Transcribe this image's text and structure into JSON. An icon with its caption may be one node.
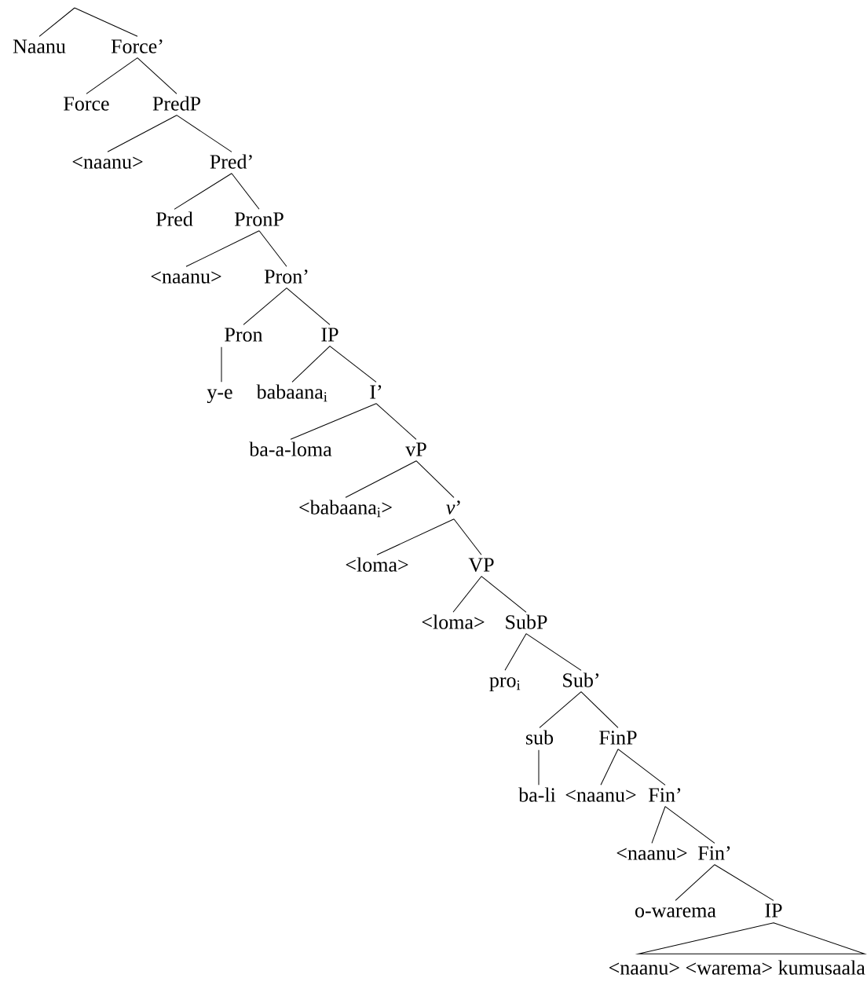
{
  "diagram": {
    "nodes": [
      {
        "text": [
          "Naanu"
        ]
      },
      {
        "text": [
          "Force’"
        ]
      },
      {
        "text": [
          "Force"
        ]
      },
      {
        "text": [
          "PredP"
        ]
      },
      {
        "text": [
          "<naanu>"
        ]
      },
      {
        "text": [
          "Pred’"
        ]
      },
      {
        "text": [
          "Pred"
        ]
      },
      {
        "text": [
          "PronP"
        ]
      },
      {
        "text": [
          "<naanu>"
        ]
      },
      {
        "text": [
          "Pron’"
        ]
      },
      {
        "text": [
          "Pron"
        ]
      },
      {
        "text": [
          "IP"
        ]
      },
      {
        "text": [
          "y-e"
        ]
      },
      {
        "text": [
          "babaana$_{i}$"
        ]
      },
      {
        "text": [
          "I’"
        ]
      },
      {
        "text": [
          "ba-a-loma"
        ]
      },
      {
        "text": [
          "vP"
        ]
      },
      {
        "text": [
          "<babaana$_{i}$>"
        ]
      },
      {
        "text": [
          "*v*’"
        ]
      },
      {
        "text": [
          "<loma>"
        ]
      },
      {
        "text": [
          "VP"
        ]
      },
      {
        "text": [
          "<loma>"
        ]
      },
      {
        "text": [
          "SubP"
        ]
      },
      {
        "text": [
          "pro$_{i}$"
        ]
      },
      {
        "text": [
          "Sub’"
        ]
      },
      {
        "text": [
          "sub"
        ]
      },
      {
        "text": [
          "FinP"
        ]
      },
      {
        "text": [
          "ba-li"
        ]
      },
      {
        "text": [
          "<naanu>"
        ]
      },
      {
        "text": [
          "Fin’"
        ]
      },
      {
        "text": [
          "<naanu>"
        ]
      },
      {
        "text": [
          "Fin’"
        ]
      },
      {
        "text": [
          "o-warema"
        ]
      },
      {
        "text": [
          "IP"
        ]
      },
      {
        "text": [
          "<naanu> <warema> kumusaala"
        ]
      }
    ],
    "edges": [
      {
        "from": null,
        "to": 0,
        "arrow": "none"
      },
      {
        "from": null,
        "to": 1,
        "arrow": "none"
      },
      {
        "from": 1,
        "to": 2,
        "arrow": "none"
      },
      {
        "from": 1,
        "to": 3,
        "arrow": "none"
      },
      {
        "from": 3,
        "to": 4,
        "arrow": "none"
      },
      {
        "from": 3,
        "to": 5,
        "arrow": "none"
      },
      {
        "from": 5,
        "to": 6,
        "arrow": "none"
      },
      {
        "from": 5,
        "to": 7,
        "arrow": "none"
      },
      {
        "from": 7,
        "to": 8,
        "arrow": "none"
      },
      {
        "from": 7,
        "to": 9,
        "arrow": "none"
      },
      {
        "from": 9,
        "to": 10,
        "arrow": "none"
      },
      {
        "from": 9,
        "to": 11,
        "arrow": "none"
      },
      {
        "from": 10,
        "to": 12,
        "arrow": "none"
      },
      {
        "from": 11,
        "to": 13,
        "arrow": "none"
      },
      {
        "from": 11,
        "to": 14,
        "arrow": "none"
      },
      {
        "from": 14,
        "to": 15,
        "arrow": "none"
      },
      {
        "from": 14,
        "to": 16,
        "arrow": "none"
      },
      {
        "from": 16,
        "to": 17,
        "arrow": "none"
      },
      {
        "from": 16,
        "to": 18,
        "arrow": "none"
      },
      {
        "from": 18,
        "to": 19,
        "arrow": "none"
      },
      {
        "from": 18,
        "to": 20,
        "arrow": "none"
      },
      {
        "from": 20,
        "to": 21,
        "arrow": "none"
      },
      {
        "from": 20,
        "to": 22,
        "arrow": "none"
      },
      {
        "from": 22,
        "to": 23,
        "arrow": "none"
      },
      {
        "from": 22,
        "to": 24,
        "arrow": "none"
      },
      {
        "from": 24,
        "to": 25,
        "arrow": "none"
      },
      {
        "from": 24,
        "to": 26,
        "arrow": "none"
      },
      {
        "from": 25,
        "to": 27,
        "arrow": "none"
      },
      {
        "from": 26,
        "to": 28,
        "arrow": "none"
      },
      {
        "from": 26,
        "to": 29,
        "arrow": "none"
      },
      {
        "from": 29,
        "to": 30,
        "arrow": "none"
      },
      {
        "from": 29,
        "to": 31,
        "arrow": "none"
      },
      {
        "from": 31,
        "to": 32,
        "arrow": "none"
      },
      {
        "from": 31,
        "to": 33,
        "arrow": "none"
      },
      {
        "from": 33,
        "to": 34,
        "arrow": "none"
      }
    ]
  }
}
